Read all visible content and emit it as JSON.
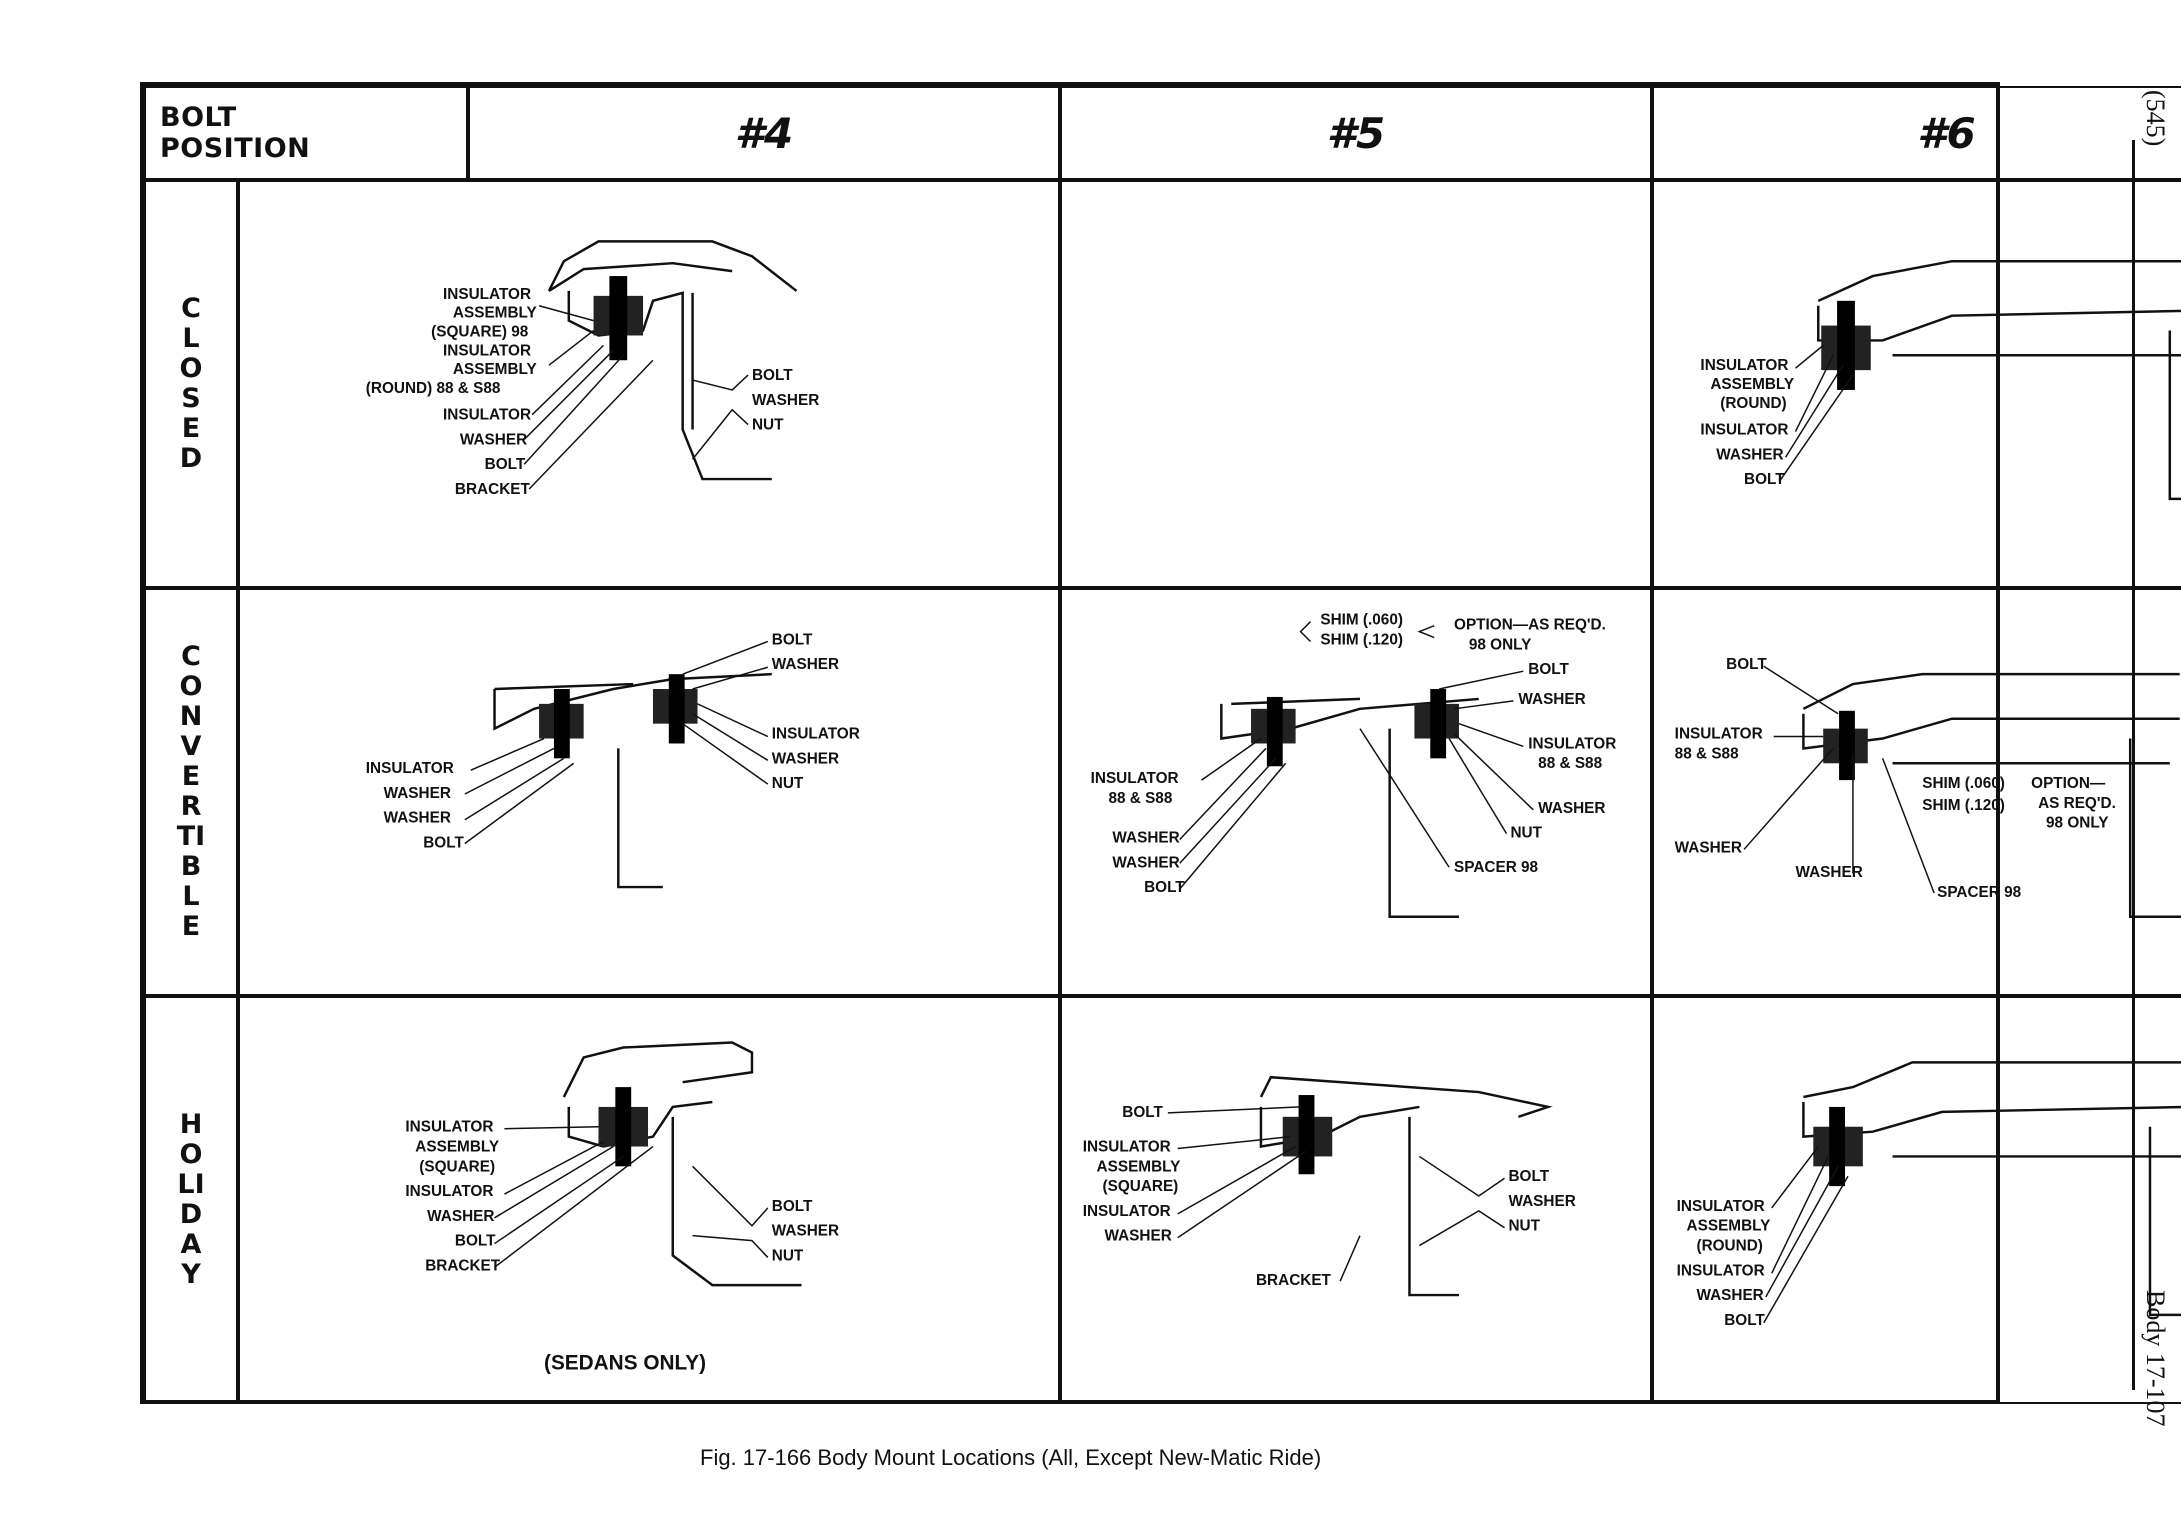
{
  "table": {
    "corner_label": "BOLT\nPOSITION",
    "columns": [
      "#4",
      "#5",
      "#6"
    ],
    "rows": [
      "CLOSED",
      "CONVERTIBLE",
      "HOLIDAY"
    ]
  },
  "cells": {
    "closed_4": {
      "labels": [
        "INSULATOR",
        "ASSEMBLY",
        "(SQUARE) 98",
        "INSULATOR",
        "ASSEMBLY",
        "(ROUND) 88 & S88",
        "INSULATOR",
        "WASHER",
        "BOLT",
        "BRACKET",
        "BOLT",
        "WASHER",
        "NUT"
      ]
    },
    "closed_6": {
      "labels": [
        "INSULATOR",
        "ASSEMBLY",
        "(ROUND)",
        "INSULATOR",
        "WASHER",
        "BOLT"
      ]
    },
    "conv_4": {
      "labels": [
        "BOLT",
        "WASHER",
        "INSULATOR",
        "WASHER",
        "NUT",
        "INSULATOR",
        "WASHER",
        "WASHER",
        "BOLT"
      ]
    },
    "conv_5": {
      "labels": [
        "SHIM (.060)",
        "SHIM (.120)",
        "OPTION—AS REQ'D.",
        "98 ONLY",
        "BOLT",
        "WASHER",
        "INSULATOR",
        "88 & S88",
        "INSULATOR",
        "88 & S88",
        "WASHER",
        "NUT",
        "SPACER 98",
        "WASHER",
        "WASHER",
        "BOLT"
      ]
    },
    "conv_6": {
      "labels": [
        "BOLT",
        "INSULATOR",
        "88 & S88",
        "SHIM (.060)",
        "SHIM (.120)",
        "OPTION—",
        "AS REQ'D.",
        "98 ONLY",
        "WASHER",
        "WASHER",
        "SPACER 98"
      ]
    },
    "hol_4": {
      "labels": [
        "INSULATOR",
        "ASSEMBLY",
        "(SQUARE)",
        "INSULATOR",
        "WASHER",
        "BOLT",
        "BRACKET",
        "BOLT",
        "WASHER",
        "NUT"
      ],
      "note": "(SEDANS ONLY)"
    },
    "hol_5": {
      "labels": [
        "BOLT",
        "INSULATOR",
        "ASSEMBLY",
        "(SQUARE)",
        "INSULATOR",
        "WASHER",
        "BOLT",
        "WASHER",
        "NUT",
        "BRACKET"
      ]
    },
    "hol_6": {
      "labels": [
        "INSULATOR",
        "ASSEMBLY",
        "(ROUND)",
        "INSULATOR",
        "WASHER",
        "BOLT"
      ]
    }
  },
  "caption": "Fig. 17-166 Body Mount Locations (All, Except New-Matic Ride)",
  "side_top": "(545)",
  "side_bottom": "Body 17-107"
}
